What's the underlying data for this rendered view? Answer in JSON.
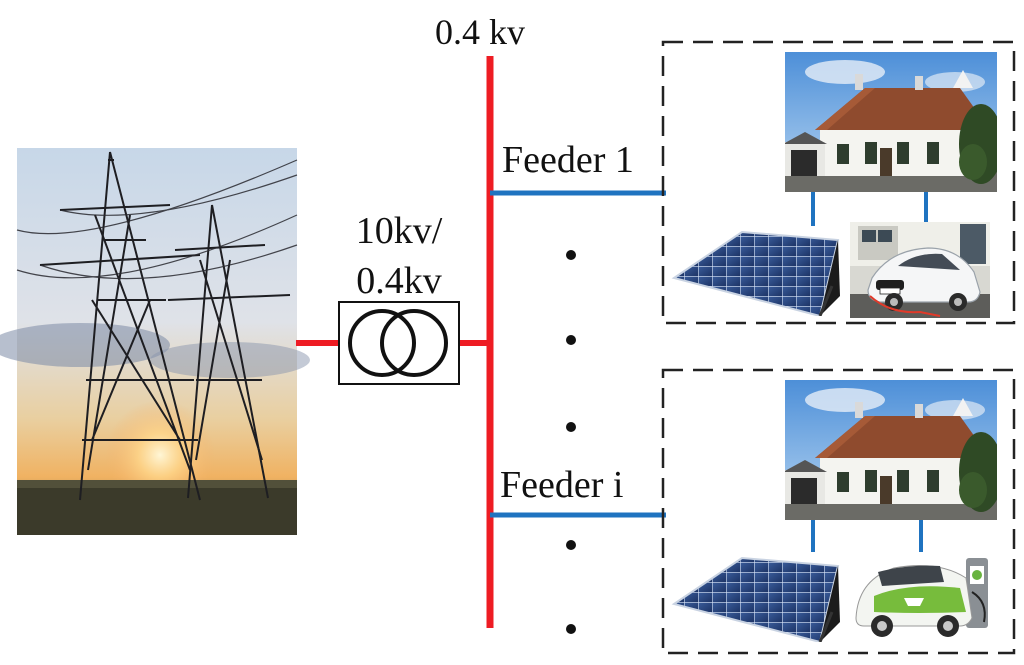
{
  "bus": {
    "voltage_label": "0.4 kv"
  },
  "transformer": {
    "rating_line1": "10kv/",
    "rating_line2": "0.4kv"
  },
  "feeders": [
    {
      "label": "Feeder 1"
    },
    {
      "label": "Feeder i"
    }
  ],
  "colors": {
    "bus": "#ee1c23",
    "feeder_line": "#1f73c0",
    "dashed_border": "#222222",
    "transformer": "#111111"
  },
  "pictures": {
    "grid_source": "transmission-tower-photo",
    "house": "house-photo",
    "solar_panel": "solar-panel-photo",
    "electric_car_1": "electric-car-photo",
    "electric_car_2": "charging-electric-car-photo"
  }
}
